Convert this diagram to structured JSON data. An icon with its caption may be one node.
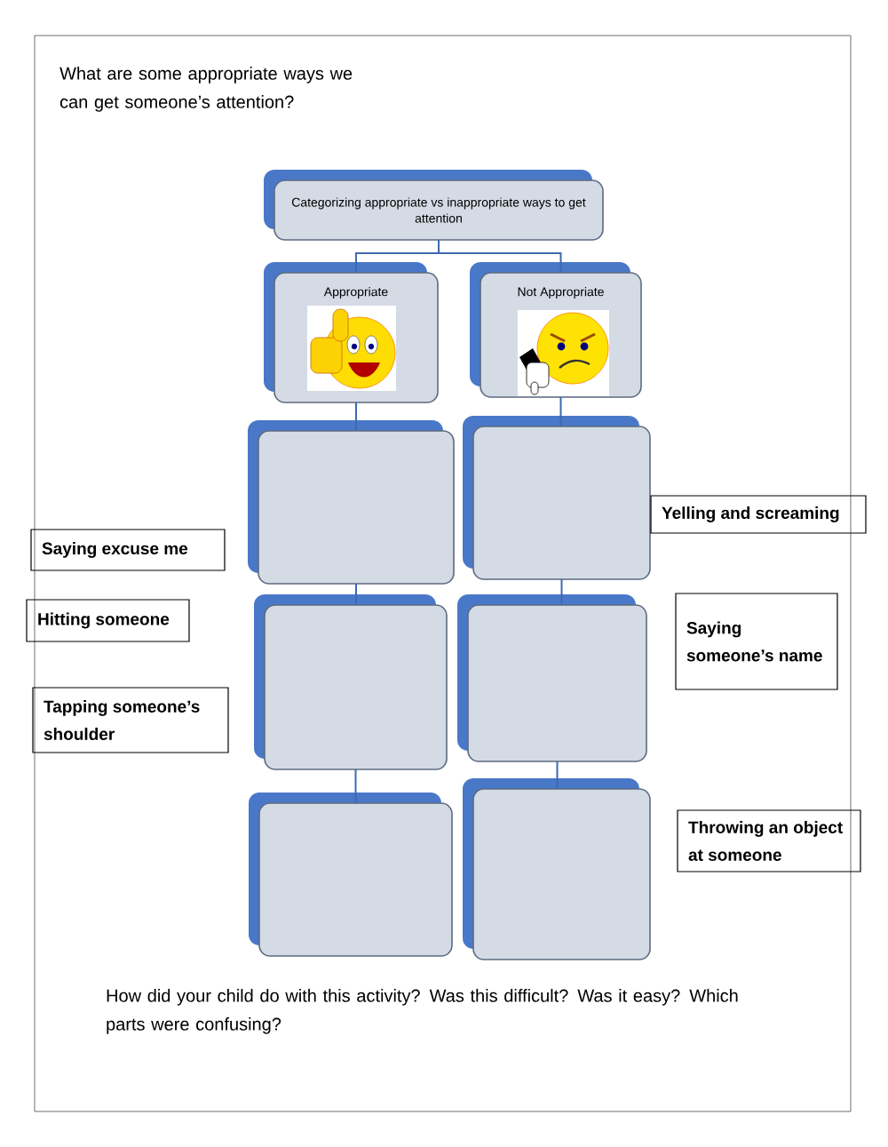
{
  "diagram": {
    "title": "What are some appropriate ways we can get someone’s attention?",
    "caption": "How did your child do with this activity? Was this difficult? Was it easy? Which parts were confusing?",
    "nodes": [
      {
        "text": [
          "Categorizing appropriate vs inappropriate ways to get attention"
        ]
      },
      {
        "text": [
          "Appropriate"
        ]
      },
      {
        "text": [
          "Not Appropriate"
        ]
      },
      {
        "text": [],
        "shape": "box"
      },
      {
        "text": [],
        "shape": "box"
      },
      {
        "text": [],
        "shape": "box"
      },
      {
        "text": [],
        "shape": "box"
      },
      {
        "text": [],
        "shape": "box"
      },
      {
        "text": [],
        "shape": "box"
      },
      {
        "text": [
          "Saying excuse me"
        ]
      },
      {
        "text": [
          "Hitting someone"
        ]
      },
      {
        "text": [
          "Tapping someone’s shoulder"
        ]
      },
      {
        "text": [
          "Yelling and screaming"
        ]
      },
      {
        "text": [
          "Saying someone’s name"
        ]
      },
      {
        "text": [
          "Throwing an object at someone"
        ]
      }
    ],
    "edges": [
      {
        "from": 0,
        "to": 1,
        "arrow": "none"
      },
      {
        "from": 0,
        "to": 2,
        "arrow": "none"
      },
      {
        "from": 1,
        "to": 3,
        "arrow": "none"
      },
      {
        "from": 3,
        "to": 5,
        "arrow": "none"
      },
      {
        "from": 5,
        "to": 7,
        "arrow": "none"
      },
      {
        "from": 2,
        "to": 4,
        "arrow": "none"
      },
      {
        "from": 4,
        "to": 6,
        "arrow": "none"
      },
      {
        "from": 6,
        "to": 8,
        "arrow": "none"
      }
    ]
  }
}
